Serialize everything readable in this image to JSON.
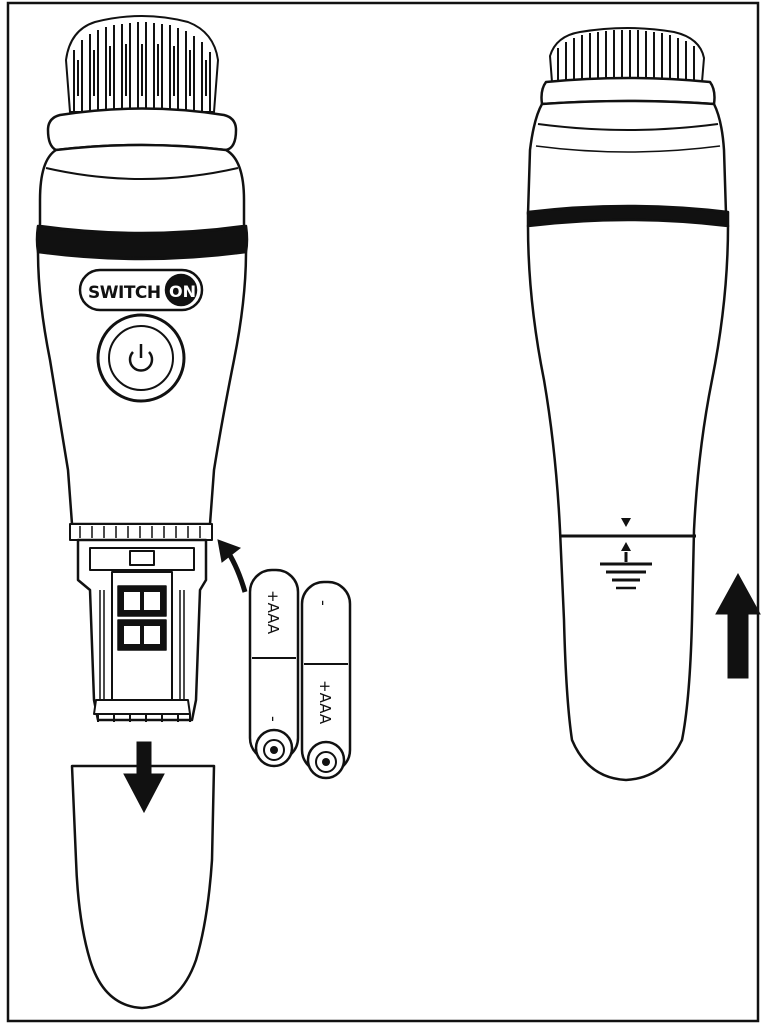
{
  "logo": {
    "brand_left": "SWITCH",
    "brand_right": "ON"
  },
  "batteries": [
    {
      "label": "+AAA",
      "minus": "-"
    },
    {
      "label": "+AAA",
      "minus": "-"
    }
  ],
  "colors": {
    "stroke": "#111111",
    "fill": "#ffffff"
  }
}
